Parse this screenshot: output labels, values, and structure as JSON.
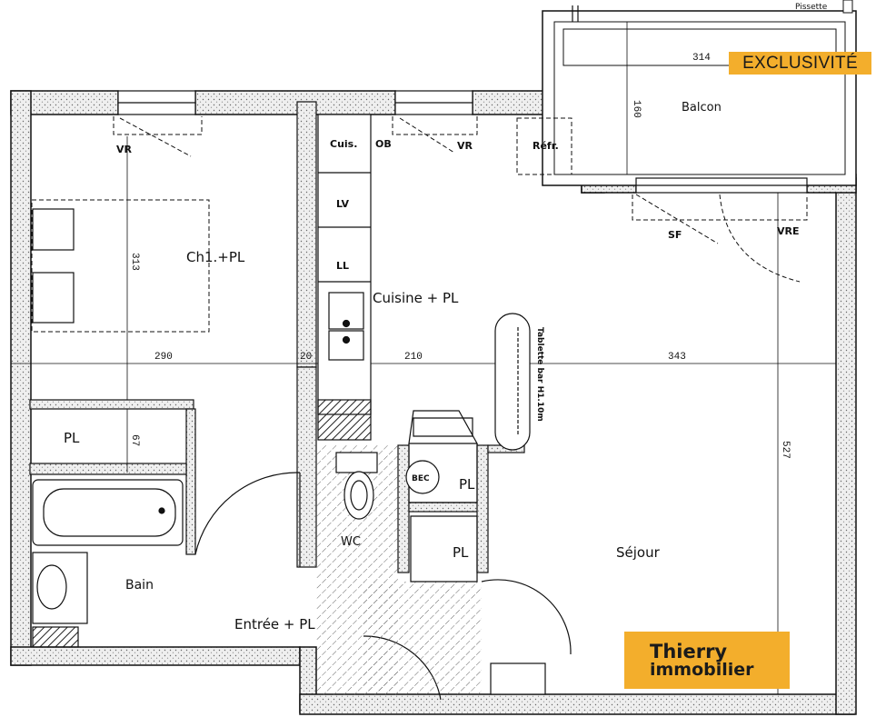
{
  "colors": {
    "accent": "#f3ae2c",
    "wall": "#ececec",
    "line": "#111111",
    "hatch": "#555555"
  },
  "rooms": {
    "bedroom": "Ch1.+PL",
    "kitchen": "Cuisine  +  PL",
    "living": "Séjour",
    "balcony": "Balcon",
    "bathroom": "Bain",
    "wc": "WC",
    "entry": "Entrée  + PL",
    "closet_bed": "PL",
    "closet_bath": "PL",
    "closet_mid": "PL"
  },
  "fixtures": {
    "cuis": "Cuis.",
    "lv": "LV",
    "ll": "LL",
    "refr": "Réfr.",
    "ob": "OB",
    "vr_left": "VR",
    "vr_mid": "VR",
    "vre": "VRE",
    "sf": "SF",
    "bec": "BEC",
    "pissette": "Pissette",
    "tablette": "Tablette bar H1.10m"
  },
  "dimensions": {
    "d290": "290",
    "d20": "20",
    "d210": "210",
    "d343": "343",
    "d313": "313",
    "d67": "67",
    "d527": "527",
    "d314": "314",
    "d160": "160"
  },
  "badge": {
    "text": "EXCLUSIVITÉ"
  },
  "logo": {
    "line1": "Thierry",
    "line2": "immobilier"
  }
}
